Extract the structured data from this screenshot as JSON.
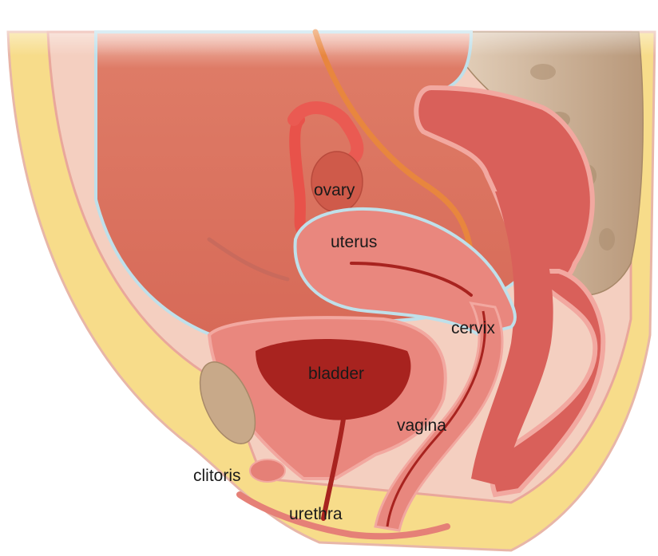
{
  "labels": {
    "ovary": "ovary",
    "uterus": "uterus",
    "cervix": "cervix",
    "bladder": "bladder",
    "vagina": "vagina",
    "clitoris": "clitoris",
    "urethra": "urethra"
  },
  "colors": {
    "skin_yellow": "#f7dc8a",
    "pelvic_cavity": "#d9705e",
    "tissue_pink": "#e5827a",
    "lining": "#f2a8a0",
    "bone": "#c8a989",
    "bladder_interior": "#a8231f",
    "peritoneum_blue": "#bfe0ea",
    "ureter_orange": "#e8863e"
  }
}
